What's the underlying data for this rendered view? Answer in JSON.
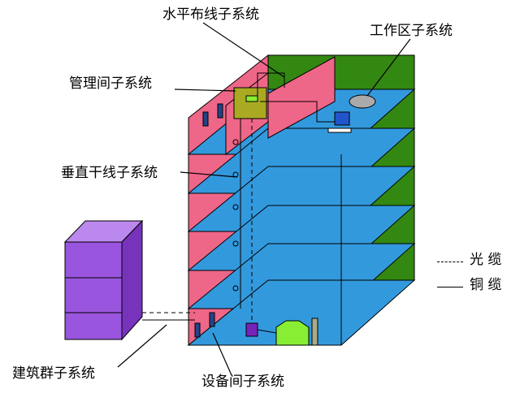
{
  "labels": {
    "horizontal": "水平布线子系统",
    "work_area": "工作区子系统",
    "admin": "管理间子系统",
    "vertical": "垂直干线子系统",
    "campus": "建筑群子系统",
    "equipment": "设备间子系统"
  },
  "legend": {
    "fiber": "光 缆",
    "copper": "铜 缆"
  },
  "colors": {
    "floor": "#3399dd",
    "building_side": "#ee6688",
    "back_wall": "#338811",
    "campus_box": "#9955dd",
    "admin_box": "#aaaa22",
    "equipment_box": "#88ee33",
    "line": "#000000"
  }
}
